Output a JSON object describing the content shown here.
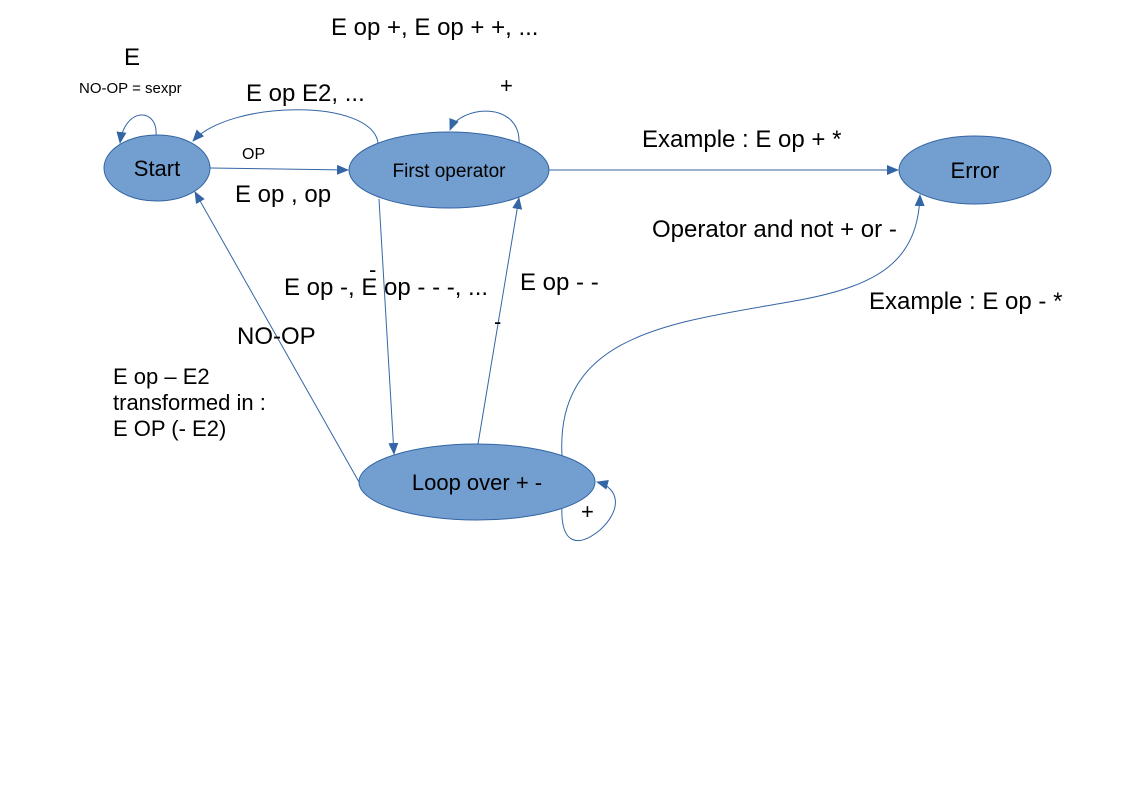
{
  "nodes": {
    "start": "Start",
    "first_operator": "First operator",
    "error": "Error",
    "loop": "Loop over + -"
  },
  "labels": {
    "e_top": "E",
    "no_op_sexpr": "NO-OP = sexpr",
    "e_op_plus_plus": "E op +, E op + +, ...",
    "e_op_e2": "E op E2, ...",
    "plus_self_first": "+",
    "op_small": "OP",
    "e_op_comma_op": "E op , op",
    "example_plus_star": "Example : E op + *",
    "operator_and_not": "Operator and not + or -",
    "minus_down": "-",
    "e_op_minus_list": "E op -, E op - - -, ...",
    "e_op_minus_minus": "E op - -",
    "minus_up": "-",
    "example_minus_star": "Example : E op - *",
    "no_op": "NO-OP",
    "transform_line1": "E op – E2",
    "transform_line2": "transformed in :",
    "transform_line3": "E OP (- E2)",
    "plus_self_loop": "+"
  },
  "colors": {
    "node_fill": "#729fcf",
    "node_stroke": "#3465a4",
    "edge": "#3465a4"
  }
}
